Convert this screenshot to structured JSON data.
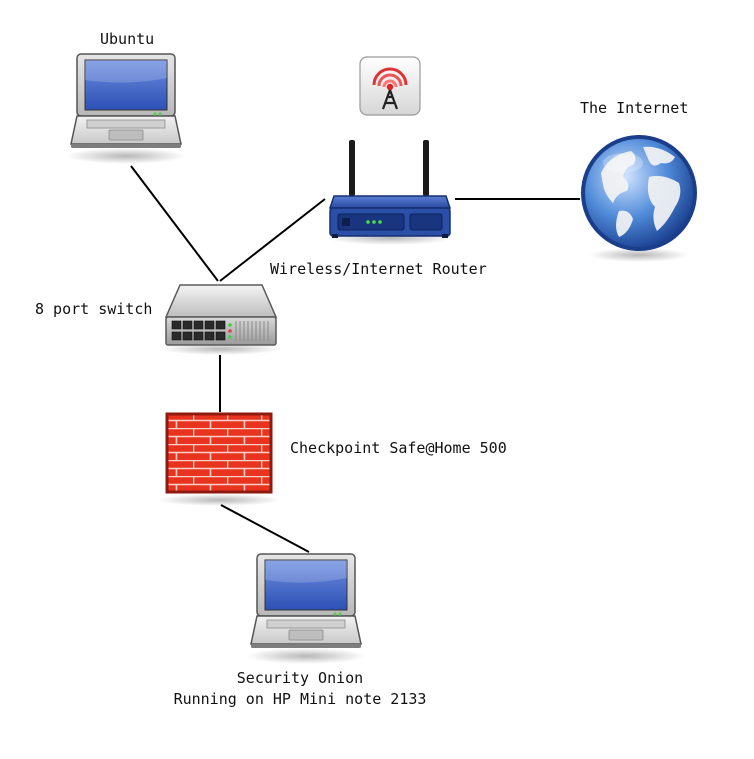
{
  "nodes": {
    "ubuntu": {
      "label": "Ubuntu",
      "icon": "laptop-icon"
    },
    "router": {
      "label": "Wireless/Internet Router",
      "icon": "wireless-router-icon"
    },
    "wifi_badge": {
      "icon": "wireless-signal-icon"
    },
    "internet": {
      "label": "The Internet",
      "icon": "globe-icon"
    },
    "switch": {
      "label": "8 port switch",
      "icon": "network-switch-icon"
    },
    "firewall": {
      "label": "Checkpoint Safe@Home 500",
      "icon": "firewall-icon"
    },
    "security_onion": {
      "label_line1": "Security Onion",
      "label_line2": "Running on HP Mini note 2133",
      "icon": "laptop-icon"
    }
  },
  "colors": {
    "line": "#000000",
    "screen_blue": "#3b63c4",
    "router_blue": "#2a4fa8",
    "brick_red": "#e0301e",
    "globe_blue": "#3b78c9"
  }
}
